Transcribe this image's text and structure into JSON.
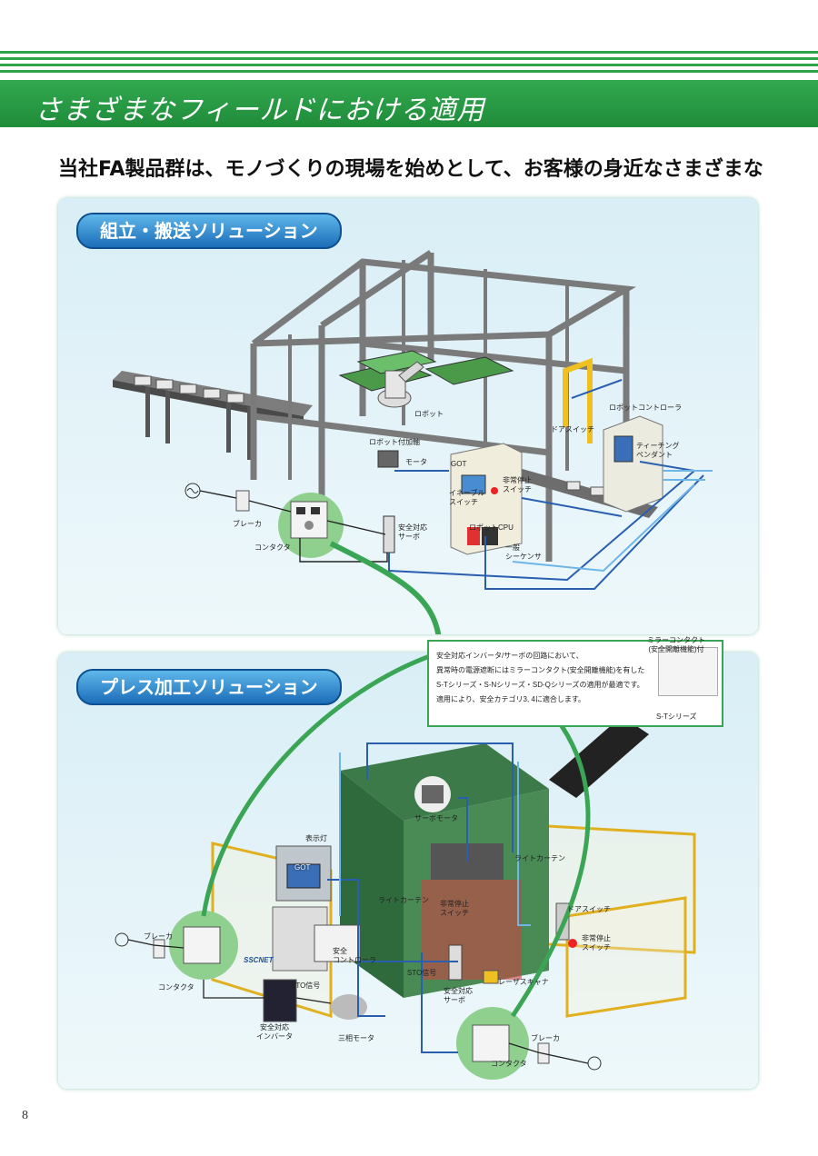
{
  "header": {
    "title": "さまざまなフィールドにおける適用",
    "lead": "当社FA製品群は、モノづくりの現場を始めとして、お客様の身近なさまざまな"
  },
  "assembly": {
    "title": "組立・搬送ソリューション",
    "labels": {
      "robot_controller": "ロボットコントローラ",
      "robot": "ロボット",
      "door_switch": "ドアスイッチ",
      "teaching_pendant": "ティーチング\nペンダント",
      "robot_axis": "ロボット付加軸",
      "motor": "モータ",
      "got": "GOT",
      "estop": "非常停止\nスイッチ",
      "enable_switch": "イネーブル\nスイッチ",
      "breaker": "ブレーカ",
      "contactor": "コンタクタ",
      "safety_servo": "安全対応\nサーボ",
      "robot_cpu": "ロボットCPU",
      "sequencer": "一般\nシーケンサ"
    }
  },
  "callout": {
    "lines": [
      "安全対応インバータ/サーボの回路において、",
      "異常時の電源遮断にはミラーコンタクト(安全開離機能)を有した",
      "S-Tシリーズ・S-Nシリーズ・SD-Qシリーズの適用が最適です。",
      "適用により、安全カテゴリ3, 4に適合します。"
    ],
    "product_label": "ミラーコンタクト\n(安全開離機能)付",
    "series": "S-Tシリーズ"
  },
  "press": {
    "title": "プレス加工ソリューション",
    "labels": {
      "servo_motor": "サーボモータ",
      "indicator": "表示灯",
      "light_curtain_1": "ライトカーテン",
      "light_curtain_2": "ライトカーテン",
      "got": "GOT",
      "estop_1": "非常停止\nスイッチ",
      "door_switch": "ドアスイッチ",
      "estop_2": "非常停止\nスイッチ",
      "breaker_1": "ブレーカ",
      "contactor_1": "コンタクタ",
      "sscnet": "SSCNET",
      "safety_controller": "安全\nコントローラ",
      "sto_1": "STO信号",
      "sto_2": "STO信号",
      "laser_scanner": "レーザスキャナ",
      "safety_servo": "安全対応\nサーボ",
      "safety_inverter": "安全対応\nインバータ",
      "three_phase_motor": "三相モータ",
      "breaker_2": "ブレーカ",
      "contactor_2": "コンタクタ"
    }
  },
  "page_number": "8",
  "colors": {
    "brand_green": "#2fa34a",
    "pill_blue": "#1b6db8",
    "wire_blue": "#2a5fb0"
  }
}
